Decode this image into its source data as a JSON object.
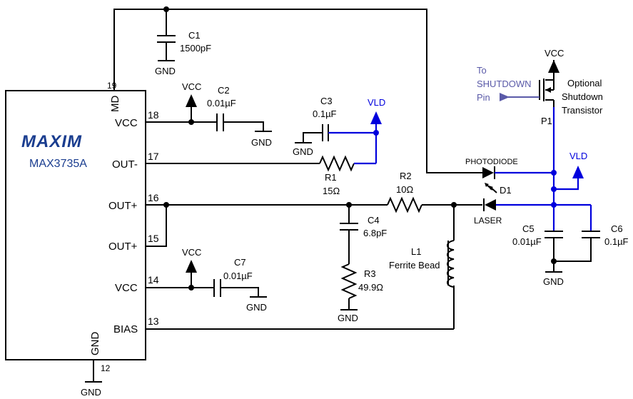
{
  "ic": {
    "brand": "MAXIM",
    "part": "MAX3735A",
    "pins": {
      "md_num": "19",
      "md": "MD",
      "vcc18_num": "18",
      "vcc18": "VCC",
      "outm_num": "17",
      "outm": "OUT-",
      "outp16_num": "16",
      "outp16": "OUT+",
      "outp15_num": "15",
      "outp15": "OUT+",
      "vcc14_num": "14",
      "vcc14": "VCC",
      "bias_num": "13",
      "bias": "BIAS",
      "gnd_num": "12",
      "gnd": "GND"
    }
  },
  "components": {
    "c1": {
      "ref": "C1",
      "value": "1500pF"
    },
    "c2": {
      "ref": "C2",
      "value": "0.01µF"
    },
    "c3": {
      "ref": "C3",
      "value": "0.1µF"
    },
    "c4": {
      "ref": "C4",
      "value": "6.8pF"
    },
    "c5": {
      "ref": "C5",
      "value": "0.01µF"
    },
    "c6": {
      "ref": "C6",
      "value": "0.1µF"
    },
    "c7": {
      "ref": "C7",
      "value": "0.01µF"
    },
    "r1": {
      "ref": "R1",
      "value": "15Ω"
    },
    "r2": {
      "ref": "R2",
      "value": "10Ω"
    },
    "r3": {
      "ref": "R3",
      "value": "49.9Ω"
    },
    "l1": {
      "ref": "L1",
      "value": "Ferrite Bead"
    },
    "d1": {
      "ref": "D1",
      "photodiode": "PHOTODIODE",
      "laser": "LASER"
    },
    "p1": {
      "ref": "P1",
      "desc1": "Optional",
      "desc2": "Shutdown",
      "desc3": "Transistor"
    }
  },
  "nets": {
    "gnd": "GND",
    "vcc": "VCC",
    "vld": "VLD",
    "shutdown1": "To",
    "shutdown2": "SHUTDOWN",
    "shutdown3": "Pin"
  },
  "colors": {
    "wire": "#000000",
    "vld_wire": "#0000dd",
    "brand": "#1a3d8f",
    "shutdown_text": "#5a5aa8"
  }
}
